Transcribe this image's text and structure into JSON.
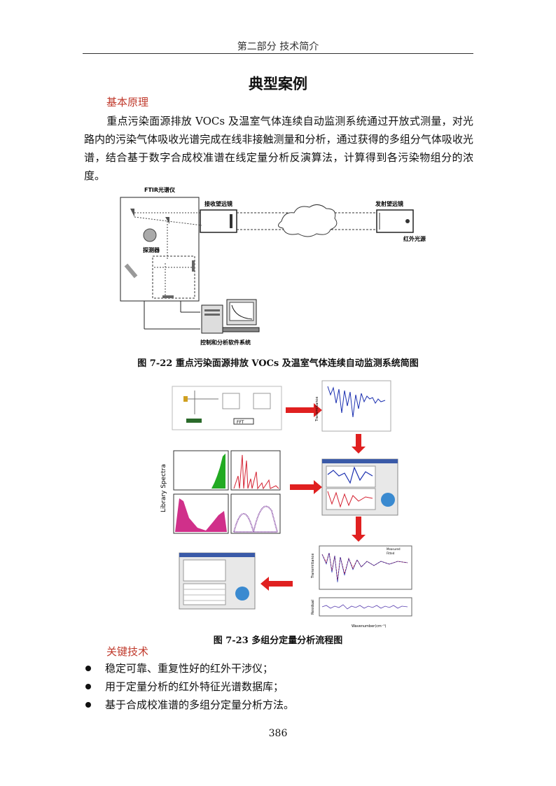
{
  "header": {
    "text": "第二部分  技术简介"
  },
  "title": "典型案例",
  "section1": {
    "heading": "基本原理",
    "paragraph": "重点污染面源排放 VOCs 及温室气体连续自动监测系统通过开放式测量，对光路内的污染气体吸收光谱完成在线非接触测量和分析，通过获得的多组分气体吸收光谱，结合基于数字合成校准谱在线定量分析反演算法，计算得到各污染物组分的浓度。"
  },
  "figure1": {
    "labels": {
      "ftir": "FTIR光谱仪",
      "receiver": "接收望远镜",
      "emitter": "发射望远镜",
      "source": "红外光源",
      "detector": "探测器",
      "control": "控制和分析软件系统"
    },
    "caption": "图 7-22  重点污染面源排放 VOCs 及温室气体连续自动监测系统简图"
  },
  "figure2": {
    "labels": {
      "transmittance": "Transmittance",
      "library": "Library Spectra",
      "fft": "FFT",
      "measured": "Measured",
      "fitted": "Fitted",
      "residual": "Residual",
      "wavenumber": "Wavenumber(cm⁻¹)"
    },
    "caption": "图 7-23  多组分定量分析流程图"
  },
  "section2": {
    "heading": "关键技术",
    "bullets": [
      "稳定可靠、重复性好的红外干涉仪；",
      "用于定量分析的红外特征光谱数据库；",
      "基于合成校准谱的多组分定量分析方法。"
    ]
  },
  "page_number": "386",
  "colors": {
    "heading": "#c0392b",
    "arrow": "#e02020",
    "spectrum_blue": "#1a2fb0",
    "spectrum_red": "#d42030",
    "spectrum_green": "#22aa22",
    "spectrum_pink": "#d0308a",
    "spectrum_purple": "#8040a0"
  }
}
